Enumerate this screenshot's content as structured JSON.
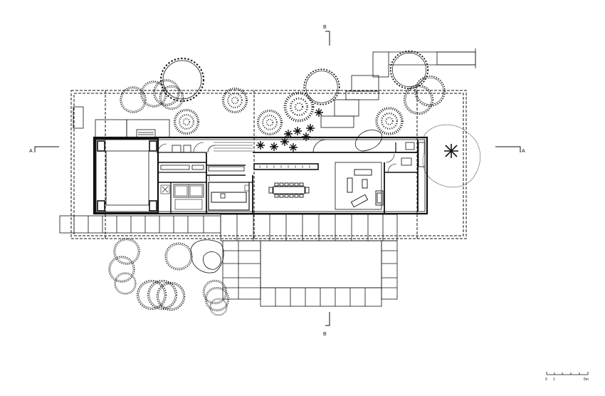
{
  "section_marks": {
    "b_top": "B",
    "b_bottom": "B",
    "a_left": "A",
    "a_right": "A"
  },
  "scale_bar": {
    "label_start": "0",
    "label_mid": "1",
    "label_end": "5m"
  },
  "colors": {
    "line": "#111111",
    "background": "#ffffff"
  }
}
